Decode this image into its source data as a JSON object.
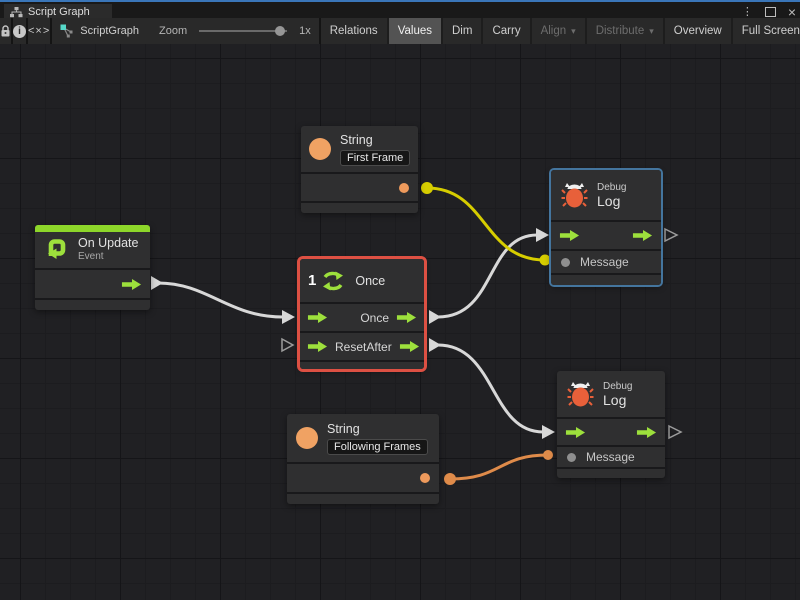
{
  "window": {
    "tab_title": "Script Graph"
  },
  "icons": {
    "menu": "⋮",
    "close": "×",
    "code": "<×>",
    "info": "i",
    "dropdown": "▾"
  },
  "toolbar": {
    "graph_name": "ScriptGraph",
    "zoom_label": "Zoom",
    "zoom_value": "1x",
    "buttons": [
      {
        "label": "Relations",
        "state": "normal"
      },
      {
        "label": "Values",
        "state": "active"
      },
      {
        "label": "Dim",
        "state": "normal"
      },
      {
        "label": "Carry",
        "state": "normal"
      },
      {
        "label": "Align",
        "state": "disabled",
        "dropdown": true
      },
      {
        "label": "Distribute",
        "state": "disabled",
        "dropdown": true
      },
      {
        "label": "Overview",
        "state": "normal"
      },
      {
        "label": "Full Screen",
        "state": "normal"
      }
    ]
  },
  "nodes": {
    "string_first": {
      "title": "String",
      "value": "First Frame"
    },
    "debug_top": {
      "kicker": "Debug",
      "title": "Log",
      "message_label": "Message",
      "selected": true
    },
    "on_update": {
      "title": "On Update",
      "subtitle": "Event"
    },
    "once": {
      "badge": "1",
      "title": "Once",
      "out1_label": "Once",
      "in2_label": "Reset",
      "out2_label": "After",
      "selected": true
    },
    "string_following": {
      "title": "String",
      "value": "Following Frames"
    },
    "debug_bottom": {
      "kicker": "Debug",
      "title": "Log",
      "message_label": "Message"
    }
  },
  "colors": {
    "flow_green": "#9de03c",
    "value_orange": "#ee9a5c",
    "wire_white": "#d8d8d8",
    "wire_yellow": "#d6cd00",
    "wire_orange": "#df8b4a",
    "selection_red": "#dd5043",
    "selection_blue": "#44759e",
    "event_green_bar": "#8dd62a"
  }
}
